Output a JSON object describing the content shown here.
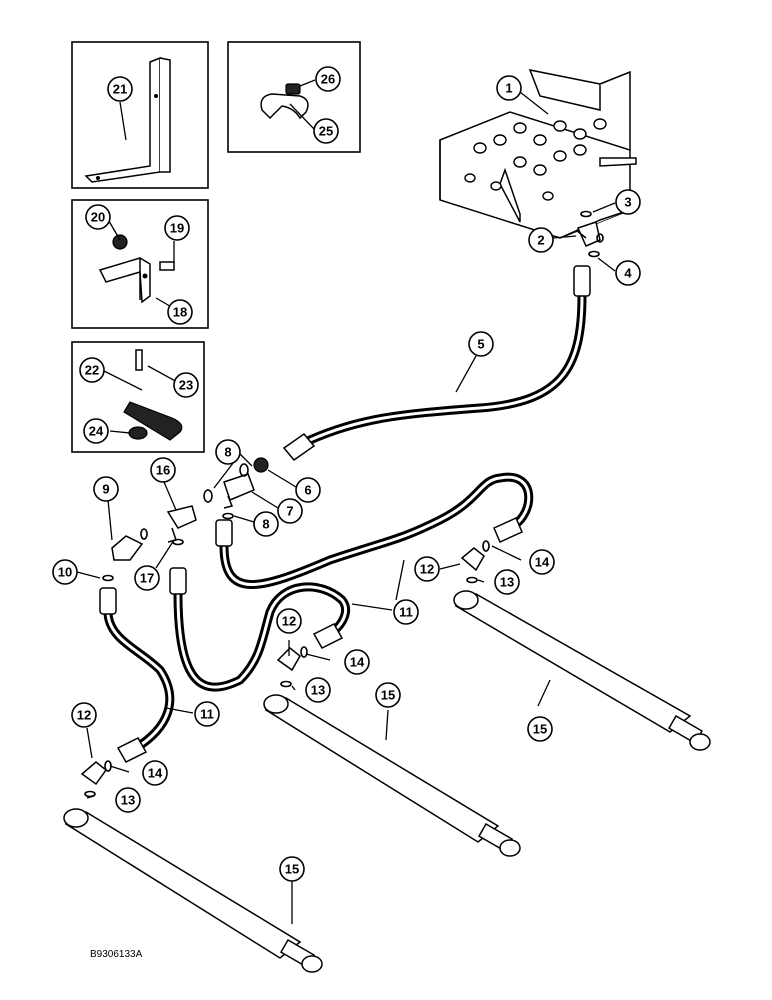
{
  "drawing_code": "B9306133A",
  "callouts": [
    "1",
    "2",
    "3",
    "4",
    "5",
    "6",
    "7",
    "8",
    "8",
    "9",
    "10",
    "11",
    "11",
    "11",
    "12",
    "12",
    "12",
    "13",
    "13",
    "13",
    "14",
    "14",
    "14",
    "15",
    "15",
    "15",
    "16",
    "17",
    "18",
    "19",
    "20",
    "21",
    "22",
    "23",
    "24",
    "25",
    "26"
  ]
}
